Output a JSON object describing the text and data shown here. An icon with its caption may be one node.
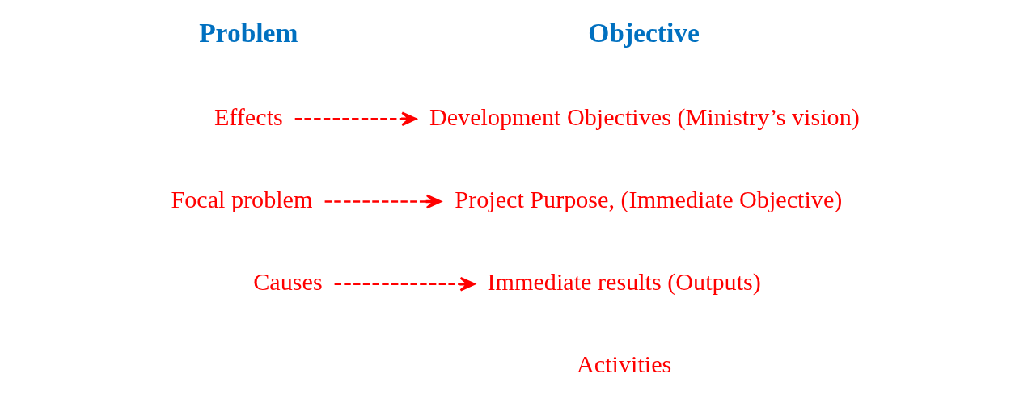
{
  "diagram": {
    "nodes": [
      {
        "text": [
          "Effects"
        ]
      },
      {
        "text": [
          "Focal problem"
        ]
      },
      {
        "text": [
          "Causes"
        ]
      },
      {
        "text": [
          "Development Objectives (Ministry’s vision)"
        ]
      },
      {
        "text": [
          "Project Purpose, (Immediate Objective)"
        ]
      },
      {
        "text": [
          "Immediate results (Outputs)"
        ]
      }
    ],
    "edges": [
      {
        "from": 0,
        "to": 3,
        "arrow": "to",
        "style": "dashed"
      },
      {
        "from": 1,
        "to": 4,
        "arrow": "to",
        "style": "dashed"
      },
      {
        "from": 2,
        "to": 5,
        "arrow": "to",
        "style": "dashed"
      }
    ],
    "labels": [
      "Problem",
      "Objective",
      "Activities"
    ]
  }
}
